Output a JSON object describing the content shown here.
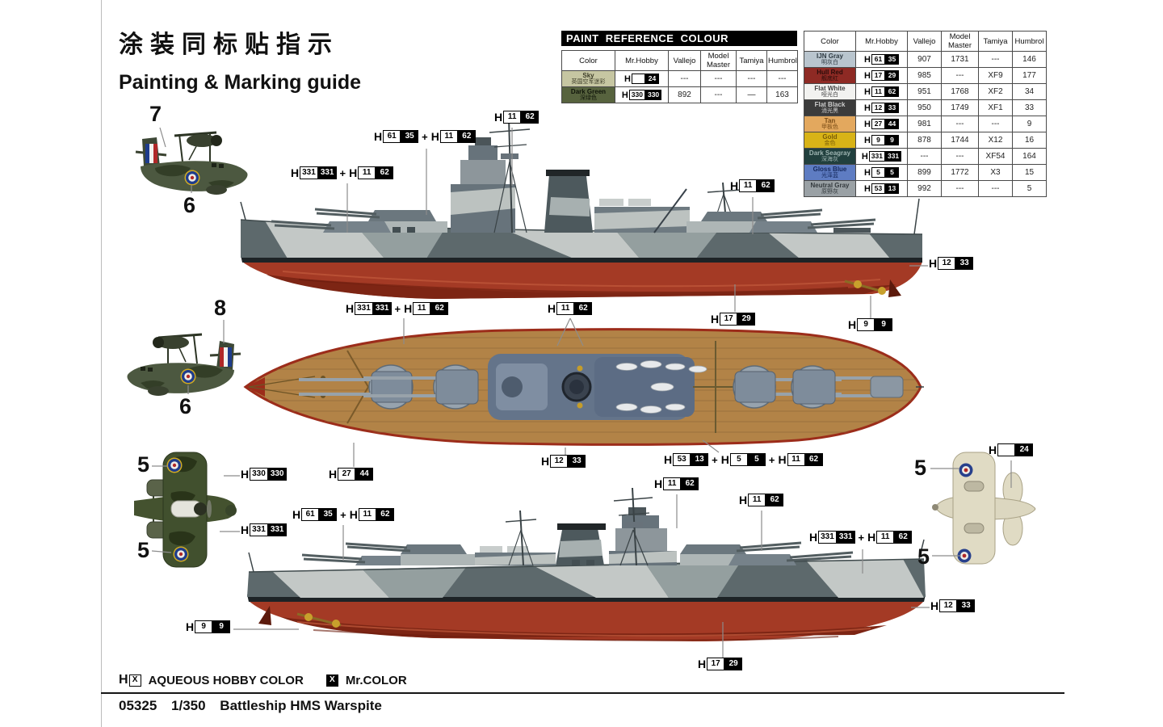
{
  "page": {
    "title_cn": "涂装同标贴指示",
    "title_en": "Painting & Marking guide"
  },
  "legend": {
    "h": "H",
    "x": "X",
    "aqueous": "AQUEOUS HOBBY COLOR",
    "mrcolor": "Mr.COLOR"
  },
  "footer": {
    "code": "05325",
    "scale": "1/350",
    "name": "Battleship HMS Warspite"
  },
  "chip_h": "H",
  "chip_plus": "+",
  "paint_reference": {
    "title": "PAINT  REFERENCE  COLOUR",
    "columns": [
      "Color",
      "Mr.Hobby",
      "Vallejo",
      "Model Master",
      "Tamiya",
      "Humbrol"
    ],
    "rows": [
      {
        "name": "Sky",
        "name_cn": "英国空军迷彩",
        "swatch": "#c6c6a2",
        "text": "#3c3c28",
        "aqueous": "",
        "mr_color": "24",
        "vallejo": "---",
        "model_master": "---",
        "tamiya": "---",
        "humbrol": "---"
      },
      {
        "name": "Dark Green",
        "name_cn": "深绿色",
        "swatch": "#57633e",
        "text": "#10150a",
        "aqueous": "330",
        "mr_color": "330",
        "vallejo": "892",
        "model_master": "---",
        "tamiya": "—",
        "humbrol": "163"
      }
    ]
  },
  "color_chart": {
    "columns": [
      "Color",
      "Mr.Hobby",
      "Vallejo",
      "Model Master",
      "Tamiya",
      "Humbrol"
    ],
    "rows": [
      {
        "name": "IJN Gray",
        "name_cn": "明灰白",
        "swatch": "#b9c5ce",
        "text": "#2e3a42",
        "aqueous": "61",
        "mr_color": "35",
        "vallejo": "907",
        "model_master": "1731",
        "tamiya": "---",
        "humbrol": "146"
      },
      {
        "name": "Hull Red",
        "name_cn": "舰底红",
        "swatch": "#8e2a24",
        "text": "#2a0c0a",
        "aqueous": "17",
        "mr_color": "29",
        "vallejo": "985",
        "model_master": "---",
        "tamiya": "XF9",
        "humbrol": "177"
      },
      {
        "name": "Flat White",
        "name_cn": "哑光白",
        "swatch": "#f2f2f0",
        "text": "#444444",
        "aqueous": "11",
        "mr_color": "62",
        "vallejo": "951",
        "model_master": "1768",
        "tamiya": "XF2",
        "humbrol": "34"
      },
      {
        "name": "Flat Black",
        "name_cn": "消光黑",
        "swatch": "#3b3b3b",
        "text": "#cfcfcf",
        "aqueous": "12",
        "mr_color": "33",
        "vallejo": "950",
        "model_master": "1749",
        "tamiya": "XF1",
        "humbrol": "33"
      },
      {
        "name": "Tan",
        "name_cn": "甲板色",
        "swatch": "#e3a85e",
        "text": "#7a4c16",
        "aqueous": "27",
        "mr_color": "44",
        "vallejo": "981",
        "model_master": "---",
        "tamiya": "---",
        "humbrol": "9"
      },
      {
        "name": "Gold",
        "name_cn": "金色",
        "swatch": "#d8b317",
        "text": "#7a5c06",
        "aqueous": "9",
        "mr_color": "9",
        "vallejo": "878",
        "model_master": "1744",
        "tamiya": "X12",
        "humbrol": "16"
      },
      {
        "name": "Dark Seagray",
        "name_cn": "深海灰",
        "swatch": "#21403e",
        "text": "#9fb5b2",
        "aqueous": "331",
        "mr_color": "331",
        "vallejo": "---",
        "model_master": "---",
        "tamiya": "XF54",
        "humbrol": "164"
      },
      {
        "name": "Gloss Blue",
        "name_cn": "光泽蓝",
        "swatch": "#5e7cc2",
        "text": "#162a5e",
        "aqueous": "5",
        "mr_color": "5",
        "vallejo": "899",
        "model_master": "1772",
        "tamiya": "X3",
        "humbrol": "15"
      },
      {
        "name": "Neutral Gray",
        "name_cn": "原野灰",
        "swatch": "#9aa1a5",
        "text": "#343a3e",
        "aqueous": "53",
        "mr_color": "13",
        "vallejo": "992",
        "model_master": "---",
        "tamiya": "---",
        "humbrol": "5"
      }
    ]
  },
  "callouts": {
    "top_mast": {
      "segs": [
        {
          "w": "11",
          "b": "62"
        }
      ]
    },
    "top_fore": {
      "segs": [
        {
          "w": "61",
          "b": "35"
        },
        {
          "w": "11",
          "b": "62"
        }
      ]
    },
    "top_hull": {
      "segs": [
        {
          "w": "331",
          "b": "331"
        },
        {
          "w": "11",
          "b": "62"
        }
      ]
    },
    "top_aft": {
      "segs": [
        {
          "w": "11",
          "b": "62"
        }
      ]
    },
    "top_waterline": {
      "segs": [
        {
          "w": "12",
          "b": "33"
        }
      ]
    },
    "top_hull_red": {
      "segs": [
        {
          "w": "17",
          "b": "29"
        }
      ]
    },
    "top_propeller": {
      "segs": [
        {
          "w": "9",
          "b": "9"
        }
      ]
    },
    "plan_super": {
      "segs": [
        {
          "w": "331",
          "b": "331"
        },
        {
          "w": "11",
          "b": "62"
        }
      ]
    },
    "plan_funnel": {
      "segs": [
        {
          "w": "11",
          "b": "62"
        }
      ]
    },
    "plan_deck": {
      "segs": [
        {
          "w": "27",
          "b": "44"
        }
      ]
    },
    "plan_stern": {
      "segs": [
        {
          "w": "12",
          "b": "33"
        }
      ]
    },
    "plan_trim": {
      "segs": [
        {
          "w": "53",
          "b": "13"
        },
        {
          "w": "5",
          "b": "5"
        },
        {
          "w": "11",
          "b": "62"
        }
      ]
    },
    "aircraft_upper": {
      "segs": [
        {
          "w": "330",
          "b": "330"
        }
      ]
    },
    "aircraft_lower": {
      "segs": [
        {
          "w": "331",
          "b": "331"
        }
      ]
    },
    "bottom_fore": {
      "segs": [
        {
          "w": "61",
          "b": "35"
        },
        {
          "w": "11",
          "b": "62"
        }
      ]
    },
    "bottom_super1": {
      "segs": [
        {
          "w": "11",
          "b": "62"
        }
      ]
    },
    "bottom_super2": {
      "segs": [
        {
          "w": "11",
          "b": "62"
        }
      ]
    },
    "bottom_hull": {
      "segs": [
        {
          "w": "331",
          "b": "331"
        },
        {
          "w": "11",
          "b": "62"
        }
      ]
    },
    "bottom_waterline": {
      "segs": [
        {
          "w": "12",
          "b": "33"
        }
      ]
    },
    "bottom_propeller": {
      "segs": [
        {
          "w": "9",
          "b": "9"
        }
      ]
    },
    "bottom_hull_red": {
      "segs": [
        {
          "w": "17",
          "b": "29"
        }
      ]
    },
    "aircraft_underside": {
      "segs": [
        {
          "w": "",
          "b": "24"
        }
      ]
    }
  },
  "labels": {
    "l7": "7",
    "l6a": "6",
    "l8": "8",
    "l6b": "6",
    "l5a": "5",
    "l5b": "5",
    "l5c": "5",
    "l5d": "5"
  }
}
